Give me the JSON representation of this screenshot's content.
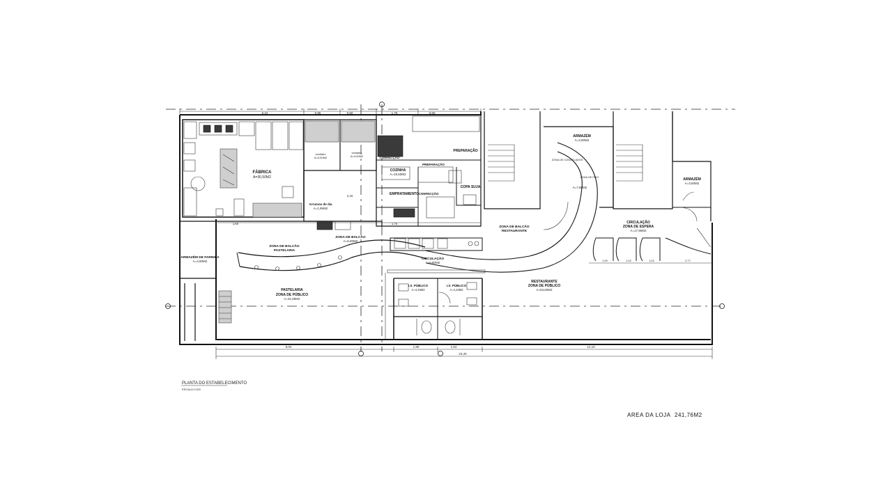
{
  "rooms": {
    "fabrica": {
      "name": "FÁBRICA",
      "area": "A=30,50M2"
    },
    "vestiario_m": {
      "name": "vestiário",
      "area": "A=0,00M2"
    },
    "vestiario_f": {
      "name": "vestiário",
      "area": "A=0,00M2"
    },
    "arrumos": {
      "name": "Arrumos de dia",
      "area": "A=1,95M2"
    },
    "cozinha": {
      "name": "COZINHA",
      "area": "A=19,50M2"
    },
    "confeccao_top": {
      "name": "CONFECÇÃO"
    },
    "preparacao_top": {
      "name": "PREPARAÇÃO"
    },
    "preparacao_mid": {
      "name": "PREPARAÇÃO"
    },
    "empratamento": {
      "name": "EMPRATAMENTO"
    },
    "confeccao_mid": {
      "name": "CONFECÇÃO"
    },
    "copa_suja": {
      "name": "COPA SUJA"
    },
    "armazem_top": {
      "name": "ARMAZÉM",
      "area": "A=3,90M2"
    },
    "zona_congelados": {
      "name": "ZONA DE CONGELADOS"
    },
    "zona_frio": {
      "name": "ZONA DE FRIO",
      "area": "A=7,80M2"
    },
    "armazem_right": {
      "name": "ARMAZÉM",
      "area": "A=3,60M2"
    },
    "zona_balcao_rest": {
      "name": "ZONA DE BALCÃO",
      "sub": "RESTAURANTE"
    },
    "circulacao_espera": {
      "name": "CIRCULAÇÃO",
      "sub": "ZONA DE ESPERA",
      "area": "A=17,90M2"
    },
    "zona_balcao_past": {
      "name": "ZONA DE BALCÃO",
      "sub": "PASTELARIA"
    },
    "zona_balcao_mid": {
      "name": "ZONA DE BALCÃO",
      "area": "A=6,60M2"
    },
    "armazem_farinha": {
      "name": "ARMAZÉM DE FARINHA",
      "area": "A=4,80M2"
    },
    "pastelaria": {
      "name": "PASTELARIA",
      "sub": "ZONA DE PÚBLICO",
      "area": "A=31,80M2"
    },
    "circulacao_mid": {
      "name": "CIRCULAÇÃO",
      "area": "A=6,80M2"
    },
    "is_publico_1": {
      "name": "I.S. PÚBLICO",
      "area": "A=4,10M2"
    },
    "is_publico_2": {
      "name": "I.S. PÚBLICO",
      "area": "A=4,10M2"
    },
    "restaurante": {
      "name": "RESTAURANTE",
      "sub": "ZONA DE PÚBLICO",
      "area": "A=53,60M2"
    }
  },
  "dimensions": {
    "bottom_1": "9,04",
    "bottom_2": "1,95",
    "bottom_3": "1,54",
    "bottom_4": "12,10",
    "total_width": "24,40",
    "top_1": "6,24",
    "top_2": "0,95",
    "top_3": "0,50",
    "top_4": "1,75",
    "top_5": "0,80",
    "mid_1": "1,60",
    "mid_2": "2,18",
    "mid_3": "1,75",
    "seat_1": "1,00",
    "seat_2": "1,02",
    "seat_3": "1,02",
    "seat_4": "2,77"
  },
  "caption": {
    "title": "PLANTA DO ESTABELECIMENTO",
    "scale": "ESCALA 1/100"
  },
  "area_summary": {
    "label": "AREA DA LOJA",
    "value": "241,76M2"
  }
}
